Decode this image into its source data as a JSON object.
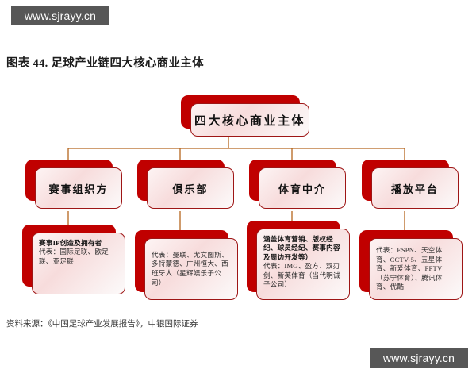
{
  "watermarks": {
    "top_left": "www.sjrayy.cn",
    "bottom_right": "www.sjrayy.cn",
    "color": "#575757"
  },
  "title": "图表 44. 足球产业链四大核心商业主体",
  "source_note": "资料来源：《中国足球产业发展报告》，中银国际证券",
  "theme": {
    "box_fill": "#c00000",
    "box_border": "#9e1616",
    "face_fill": "#f7dcdc",
    "connector": "#b5651d",
    "text": "#121212"
  },
  "diagram": {
    "type": "org-chart",
    "root": {
      "label": "四大核心商业主体"
    },
    "branches": [
      {
        "label": "赛事组织方",
        "detail_heading": "赛事IP创造及拥有者",
        "detail_body": "代表：国际足联、欧足联、亚足联"
      },
      {
        "label": "俱乐部",
        "detail_heading": "",
        "detail_body": "代表：曼联、尤文图斯、多特蒙德、广州恒大、西班牙人（星辉娱乐子公司）"
      },
      {
        "label": "体育中介",
        "detail_heading": "涵盖体育营销、版权经纪、球员经纪、赛事内容及周边开发等）",
        "detail_body": "代表：IMG、盈方、双刃剑、新英体育（当代明诚子公司）"
      },
      {
        "label": "播放平台",
        "detail_heading": "",
        "detail_body": "代表：ESPN、天空体育、CCTV-5、五星体育、新爱体育、PPTV（苏宁体育）、腾讯体育、优酷"
      }
    ]
  }
}
